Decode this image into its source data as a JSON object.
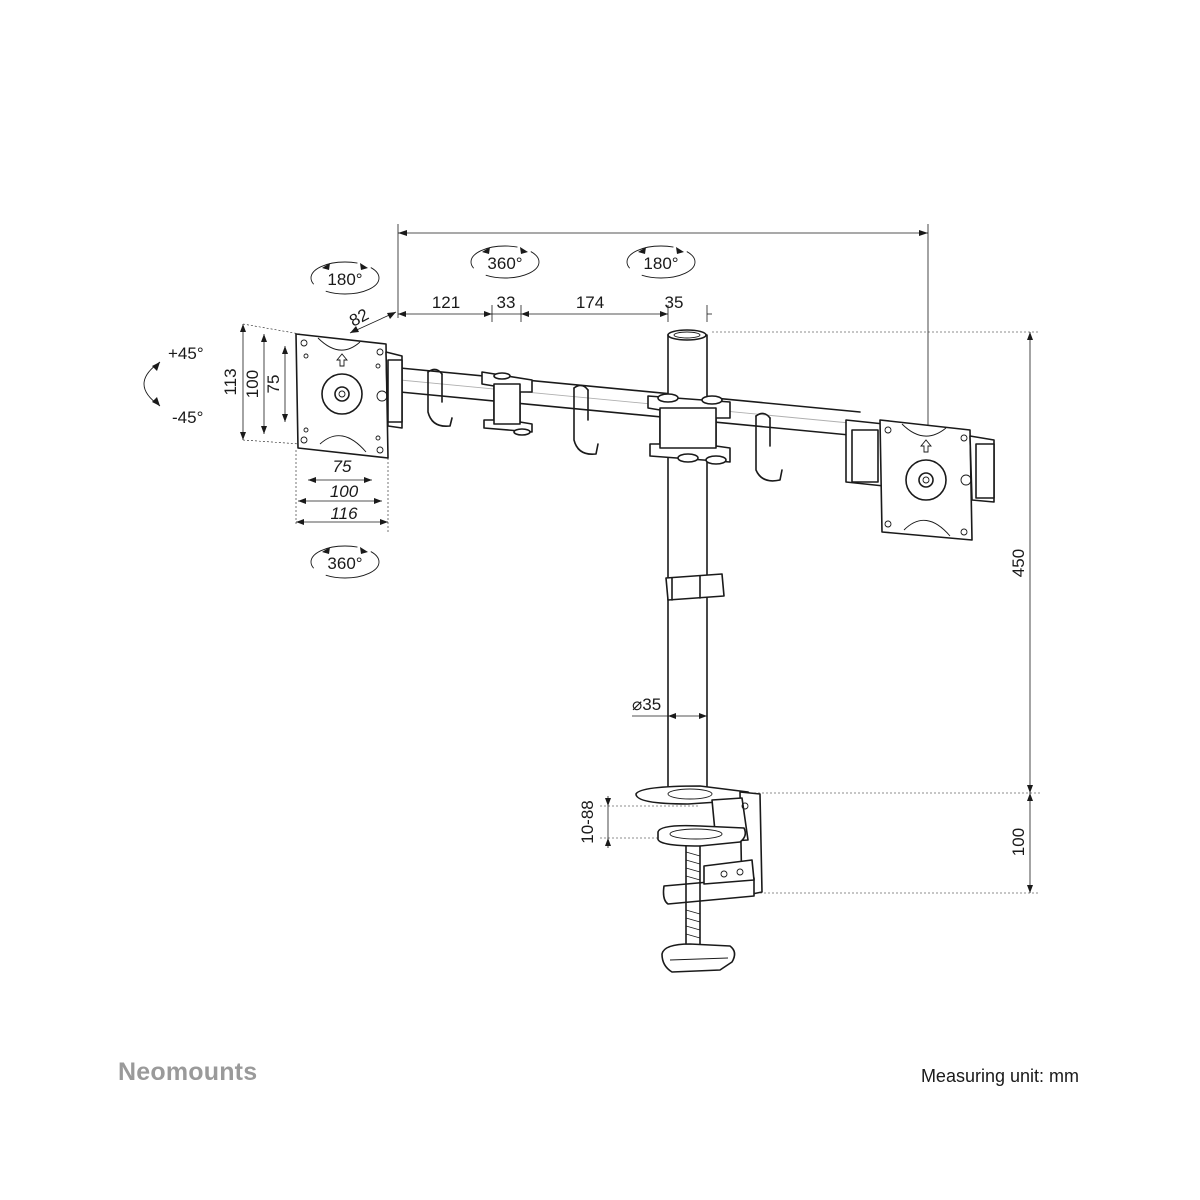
{
  "brand": {
    "name": "Neomounts"
  },
  "footer": {
    "unit_label": "Measuring unit: mm"
  },
  "rotation_labels": {
    "top_left": "180°",
    "arm_joint_1": "360°",
    "arm_joint_2": "180°",
    "bottom_left": "360°",
    "tilt_up": "+45°",
    "tilt_down": "-45°"
  },
  "dimensions": {
    "depth": "82",
    "arm_segment_1": "121",
    "arm_segment_2": "33",
    "arm_segment_3": "174",
    "arm_segment_4": "35",
    "plate_height_outer": "113",
    "plate_height_mid": "100",
    "plate_height_inner": "75",
    "plate_width_inner": "75",
    "plate_width_mid": "100",
    "plate_width_outer": "116",
    "pole_height": "450",
    "pole_diameter": "⌀35",
    "clamp_range": "10-88",
    "clamp_height": "100"
  },
  "colors": {
    "line": "#1a1a1a",
    "brand_gray": "#9a9a9a"
  }
}
